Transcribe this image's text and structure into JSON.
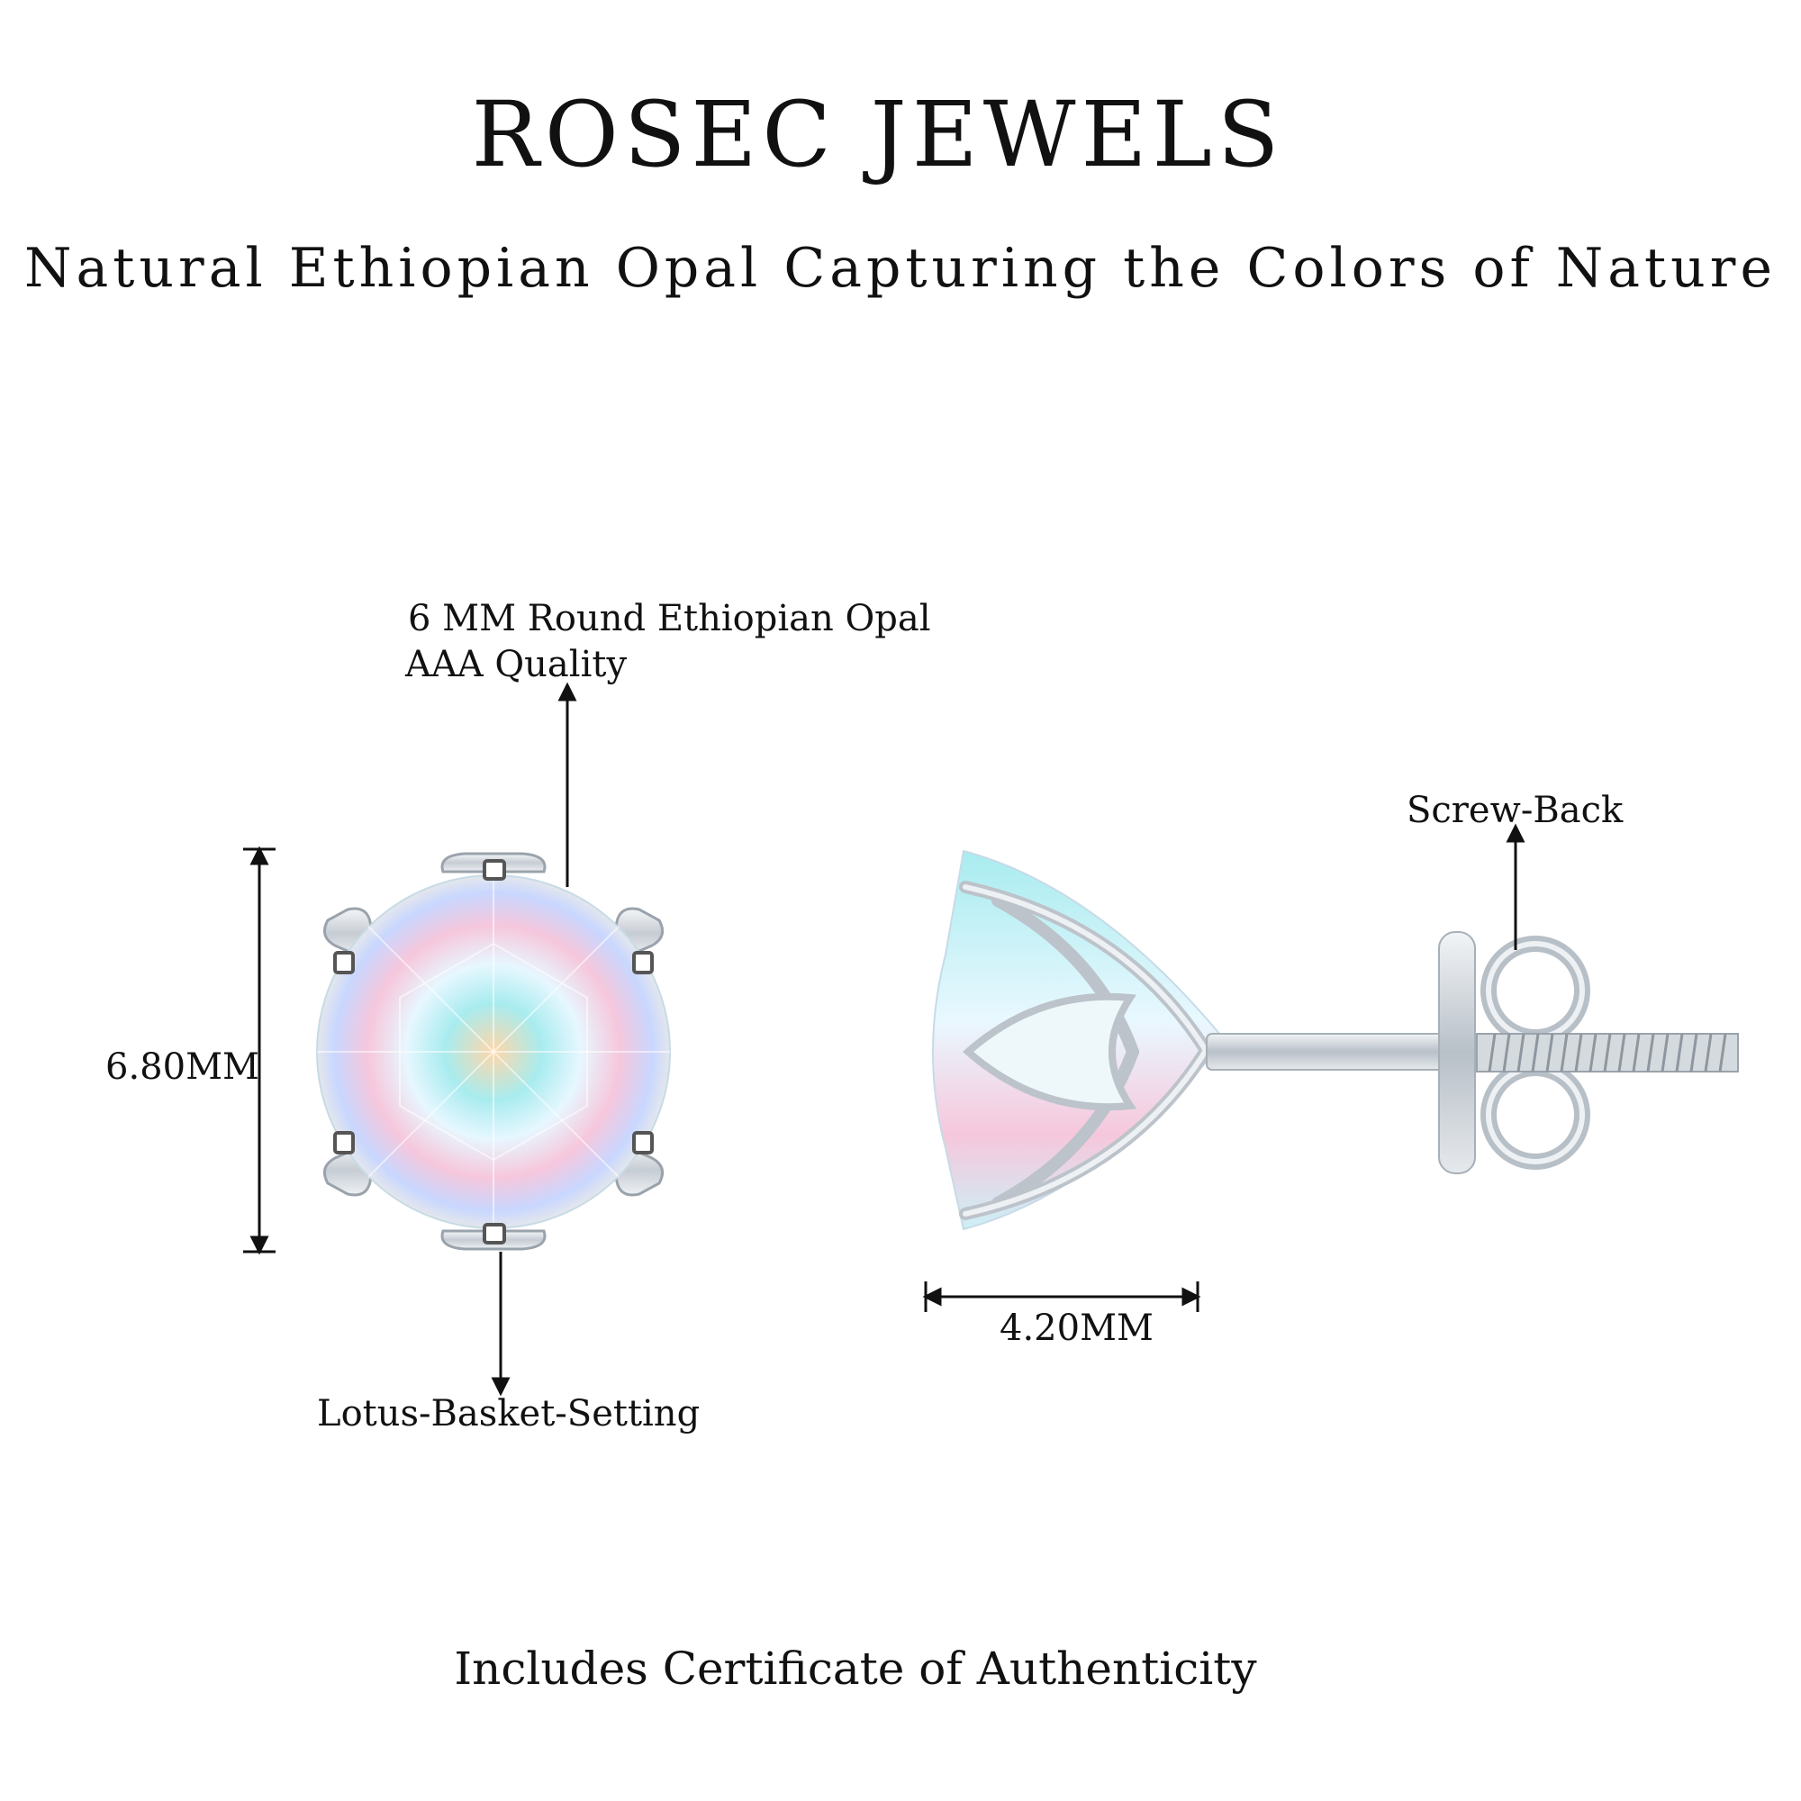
{
  "brand": "ROSEC JEWELS",
  "tagline": "Natural Ethiopian Opal Capturing the Colors of Nature",
  "callouts": {
    "stone_line1": "6 MM Round Ethiopian Opal",
    "stone_line2": "AAA Quality",
    "height": "6.80MM",
    "setting": "Lotus-Basket-Setting",
    "width": "4.20MM",
    "back": "Screw-Back"
  },
  "footer": "Includes Certificate of Authenticity",
  "colors": {
    "metal": "#d9dde2",
    "opal_blue": "#9fe3ef",
    "opal_pink": "#f6c7dc",
    "text": "#111111"
  },
  "icons": [
    "arrow-up-icon",
    "arrow-down-icon",
    "dimension-arrow-icon"
  ]
}
